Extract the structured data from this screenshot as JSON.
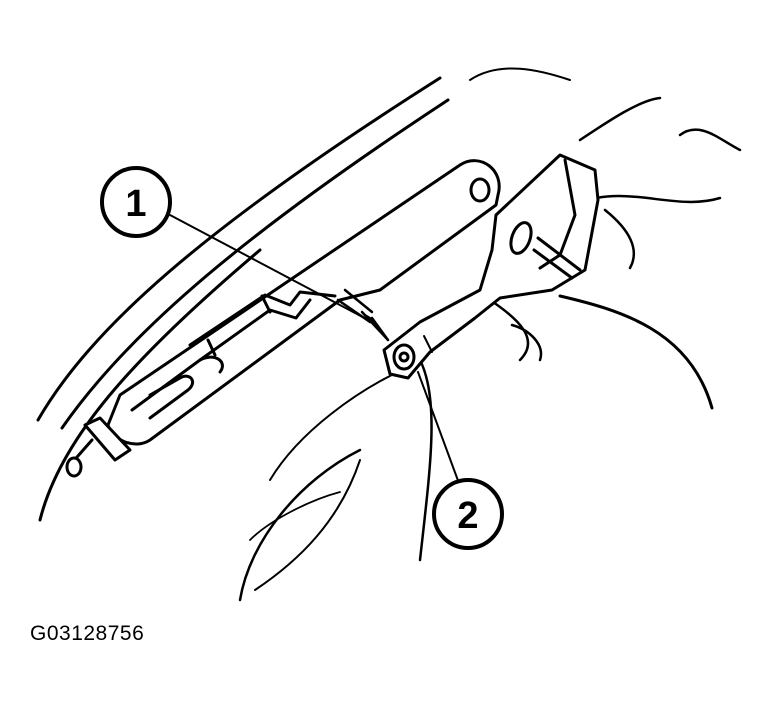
{
  "figure": {
    "id_label": "G03128756",
    "ink_color": "#000000",
    "background_color": "#ffffff"
  },
  "callouts": [
    {
      "label": "1"
    },
    {
      "label": "2"
    }
  ]
}
